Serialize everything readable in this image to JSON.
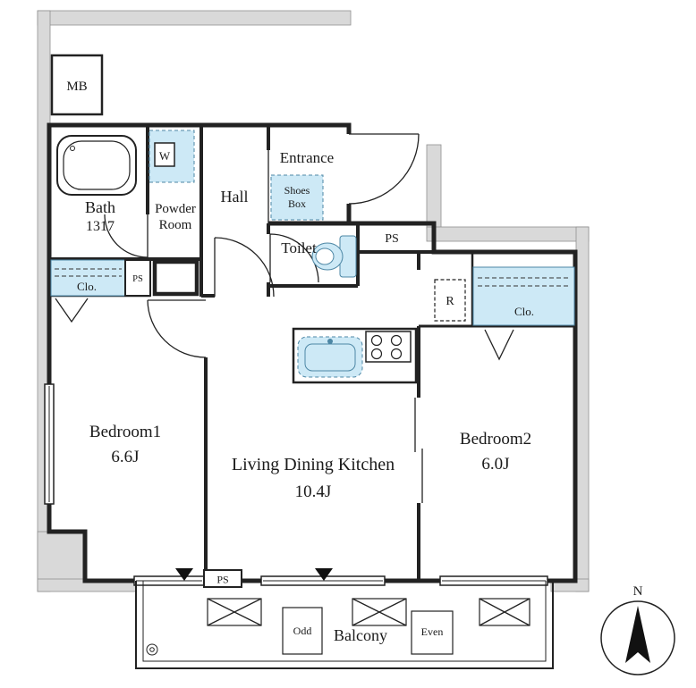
{
  "plan": {
    "rooms": {
      "bath": {
        "name": "Bath",
        "size": "1317"
      },
      "powder_room": {
        "line1": "Powder",
        "line2": "Room"
      },
      "hall": {
        "name": "Hall"
      },
      "entrance": {
        "name": "Entrance"
      },
      "toilet": {
        "name": "Toilet"
      },
      "bedroom1": {
        "name": "Bedroom1",
        "size": "6.6J"
      },
      "ldk": {
        "name": "Living Dining Kitchen",
        "size": "10.4J"
      },
      "bedroom2": {
        "name": "Bedroom2",
        "size": "6.0J"
      },
      "balcony": {
        "name": "Balcony"
      }
    },
    "fixtures": {
      "meter_box": "MB",
      "washer": "W",
      "shoes_box": {
        "line1": "Shoes",
        "line2": "Box"
      },
      "refrigerator": "R",
      "closet_left": "Clo.",
      "closet_right": "Clo.",
      "ps_top": "PS",
      "ps_side": "PS",
      "ps_bottom": "PS",
      "balcony_box_odd": "Odd",
      "balcony_box_even": "Even"
    },
    "compass": {
      "north": "N"
    },
    "colors": {
      "fixture_fill": "#cde9f6",
      "fixture_stroke": "#4d87a5",
      "wall": "#222222",
      "exterior_band": "#d9d9d9"
    }
  }
}
